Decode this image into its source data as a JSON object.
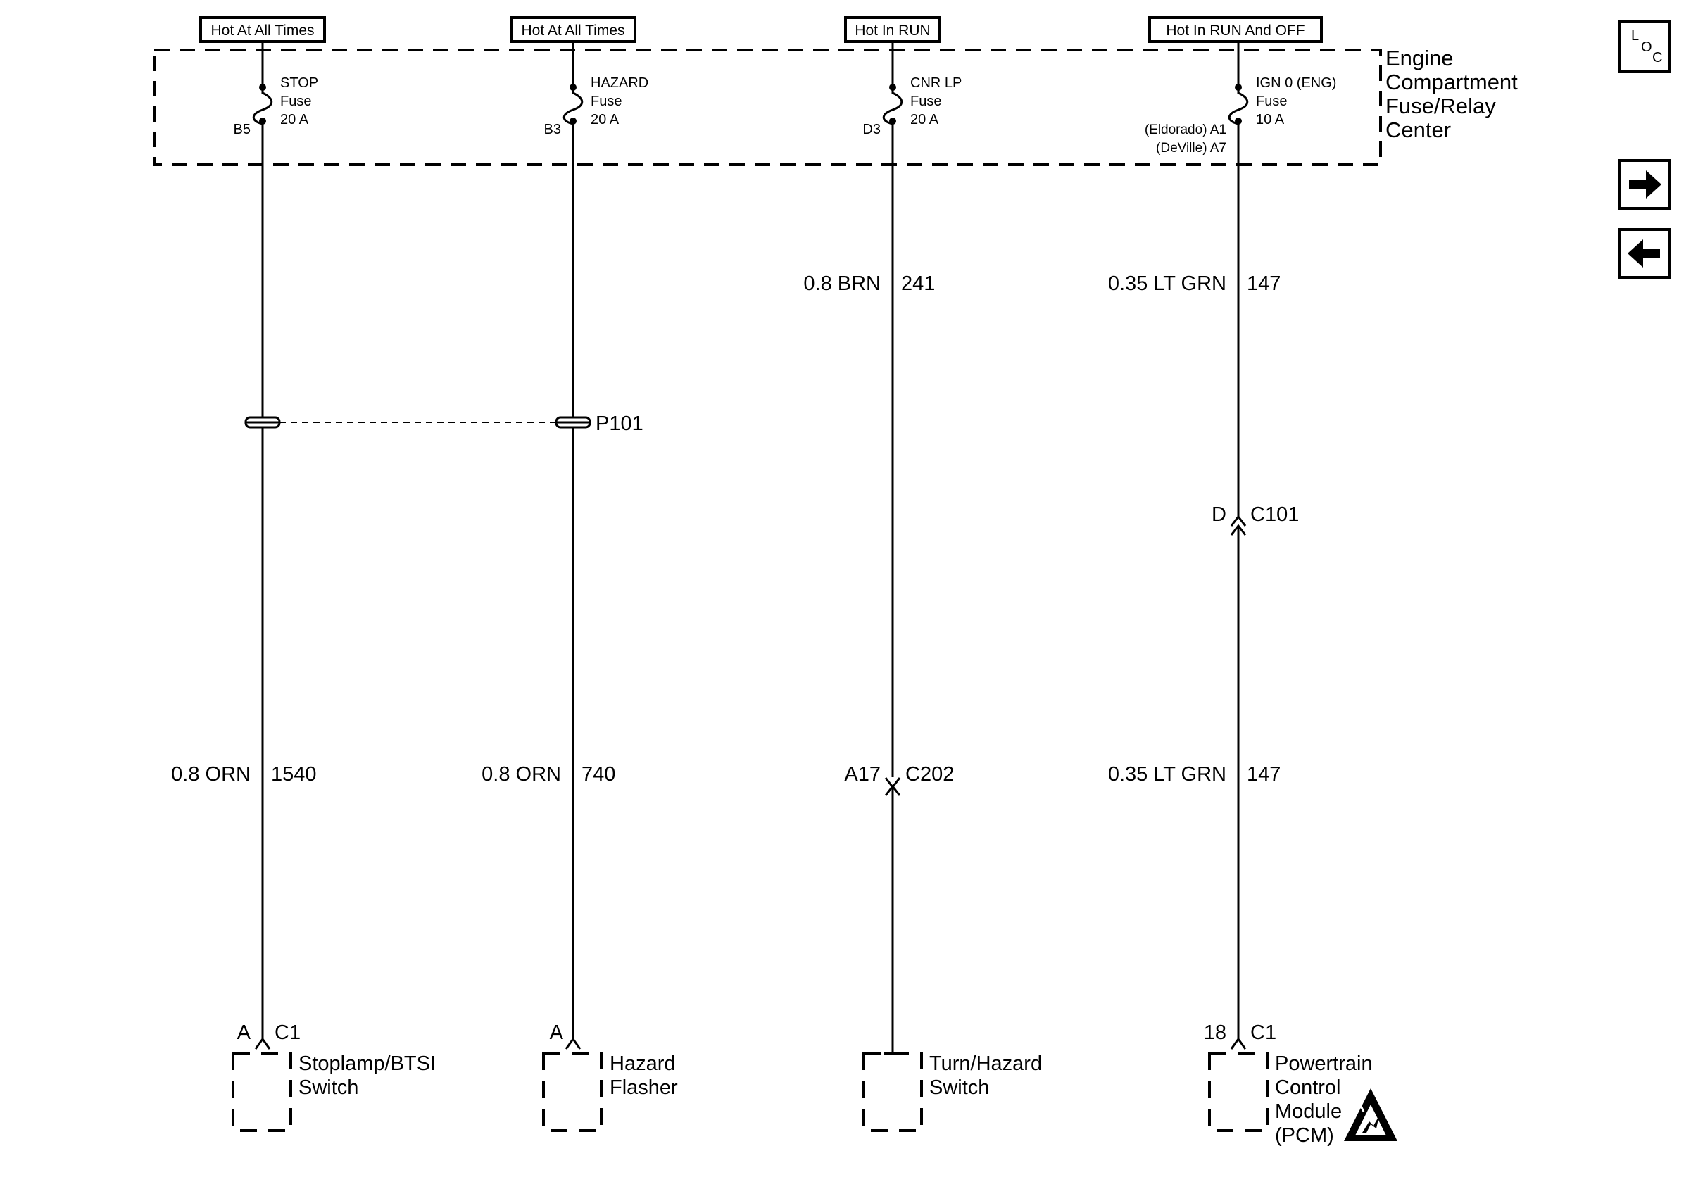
{
  "header": {
    "hot_labels": [
      "Hot At All Times",
      "Hot At All Times",
      "Hot In RUN",
      "Hot In RUN And OFF"
    ]
  },
  "fuse_center": {
    "label_lines": [
      "Engine",
      "Compartment",
      "Fuse/Relay",
      "Center"
    ]
  },
  "fuses": [
    {
      "name": "STOP",
      "type": "Fuse",
      "rating": "20 A",
      "terminal": "B5"
    },
    {
      "name": "HAZARD",
      "type": "Fuse",
      "rating": "20 A",
      "terminal": "B3"
    },
    {
      "name": "CNR LP",
      "type": "Fuse",
      "rating": "20 A",
      "terminal": "D3"
    },
    {
      "name": "IGN 0 (ENG)",
      "type": "Fuse",
      "rating": "10 A",
      "terminal_line1": "(Eldorado) A1",
      "terminal_line2": "(DeVille) A7"
    }
  ],
  "wires": {
    "upper": [
      {
        "size_color": "0.8 BRN",
        "circuit": "241"
      },
      {
        "size_color": "0.35 LT GRN",
        "circuit": "147"
      }
    ],
    "lower": [
      {
        "size_color": "0.8 ORN",
        "circuit": "1540"
      },
      {
        "size_color": "0.8 ORN",
        "circuit": "740"
      },
      {
        "pin": "A17",
        "connector": "C202"
      },
      {
        "size_color": "0.35 LT GRN",
        "circuit": "147"
      }
    ]
  },
  "splice": {
    "label": "P101"
  },
  "inline_connector": {
    "pin": "D",
    "connector": "C101"
  },
  "components": [
    {
      "pin": "A",
      "connector": "C1",
      "name_lines": [
        "Stoplamp/BTSI",
        "Switch"
      ]
    },
    {
      "pin": "A",
      "connector": "",
      "name_lines": [
        "Hazard",
        "Flasher"
      ]
    },
    {
      "pin": "",
      "connector": "",
      "name_lines": [
        "Turn/Hazard",
        "Switch"
      ]
    },
    {
      "pin": "18",
      "connector": "C1",
      "name_lines": [
        "Powertrain",
        "Control",
        "Module",
        "(PCM)"
      ]
    }
  ],
  "nav": {
    "loc_letters": [
      "L",
      "O",
      "C"
    ],
    "forward_icon": "arrow-right-icon",
    "back_icon": "arrow-left-icon"
  },
  "icons": {
    "esd": "esd-warning-icon"
  }
}
